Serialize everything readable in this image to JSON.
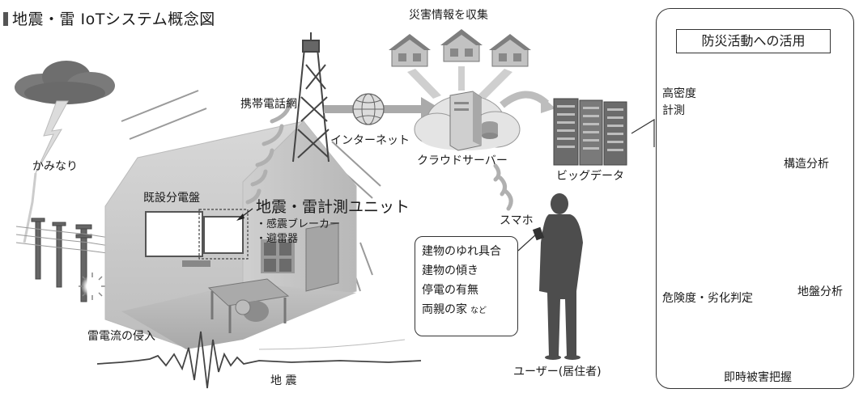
{
  "title": "地震・雷 IoTシステム概念図",
  "labels": {
    "lightning": "かみなり",
    "mobile_network": "携帯電話網",
    "internet": "インターネット",
    "disaster_info": "災害情報を収集",
    "cloud_server": "クラウドサーバー",
    "big_data": "ビッグデータ",
    "existing_panel": "既設分電盤",
    "sensor_unit": "地震・雷計測ユニット",
    "sensor_item1": "・感震ブレーカー",
    "sensor_item2": "・避雷器",
    "smartphone": "スマホ",
    "lightning_surge": "雷電流の侵入",
    "earthquake": "地 震",
    "user": "ユーザー(居住者)"
  },
  "bubble": {
    "lines": [
      "建物のゆれ具合",
      "建物の傾き",
      "停電の有無",
      "両親の家"
    ],
    "suffix": "など"
  },
  "panel": {
    "title": "防災活動への活用",
    "items": {
      "high_density": "高密度",
      "measurement": "計測",
      "structure": "構造分析",
      "risk": "危険度・劣化判定",
      "ground": "地盤分析",
      "damage": "即時被害把握"
    }
  },
  "colors": {
    "text": "#1a1a1a",
    "gray_fill": "#c8c8c8",
    "dark_fill": "#555555",
    "border": "#333333"
  }
}
